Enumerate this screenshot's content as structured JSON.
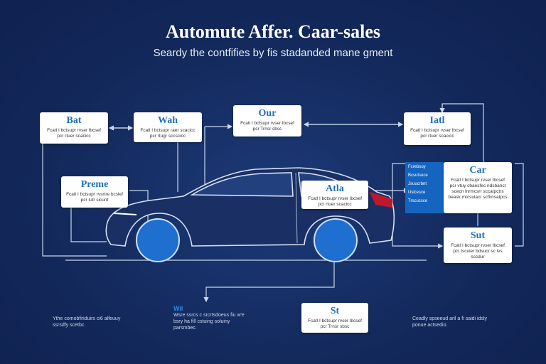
{
  "title": "Automute Affer. Caar-sales",
  "subtitle": "Seardy the contfifies by fis stadanded mane gment",
  "boxes": {
    "bat": {
      "heading": "Bat",
      "text": "Fcatl I bctsupr rvser lbcsef pcr rtuer scacicc"
    },
    "wah": {
      "heading": "Wah",
      "text": "Fcatl I bctsupr raer scacicc pcr rtugr sccscicc"
    },
    "our": {
      "heading": "Our",
      "text": "Fcatl I bctsupr rvser lbcsef pcr Trnsr sbsc"
    },
    "iatl": {
      "heading": "Iatl",
      "text": "Fcatl I bctsupr rvser lbcsef pcr rtuer scacicc"
    },
    "preme": {
      "heading": "Preme",
      "text": "Fcatl I bctsupr rvsrtre bcslef pcr lutr sicunt"
    },
    "atla": {
      "heading": "Atla",
      "text": "Fcatl I bctsupr rvser lbcsef pcr rtuer scacicc"
    },
    "car": {
      "heading": "Car",
      "text": "Fcatl I bctsupr rvser lbcsef pcr vtuy cbaesfec ndsbanct scecn lnrmcsrr sccatpctrs beask mtcsulacr scflrnsatpcs"
    },
    "sut": {
      "heading": "Sut",
      "text": "Fcatl I bctsupr rvser lbcsef pcr tscuier bdsucr sc lvs sccdur"
    },
    "st": {
      "heading": "St",
      "text": "Fcatl I bctsupr rvser lbcsef pcr Trnsr sbsc"
    }
  },
  "side_panel": [
    "Fcrebsuy",
    "Bcsutsuce",
    "Jsuucrbnt",
    "Uslcesce",
    "Trscucsce"
  ],
  "captions": {
    "left": "Ythe comobfiriduirs ci6 alfeuuy ssrsdfy scetbc.",
    "mid_heading": "Wil",
    "mid": "Wsre ssrcs c srcrtsdoeus fiu w'e bsry ha fill cstuing soluiny parsmbec.",
    "right": "Ceadly spseeud aril a fi saidi idsly ponue actsedio."
  },
  "colors": {
    "background": "#13285a",
    "accent": "#1f6fb8",
    "wheel": "#1e6fd0",
    "line": "#c8d6ee"
  }
}
